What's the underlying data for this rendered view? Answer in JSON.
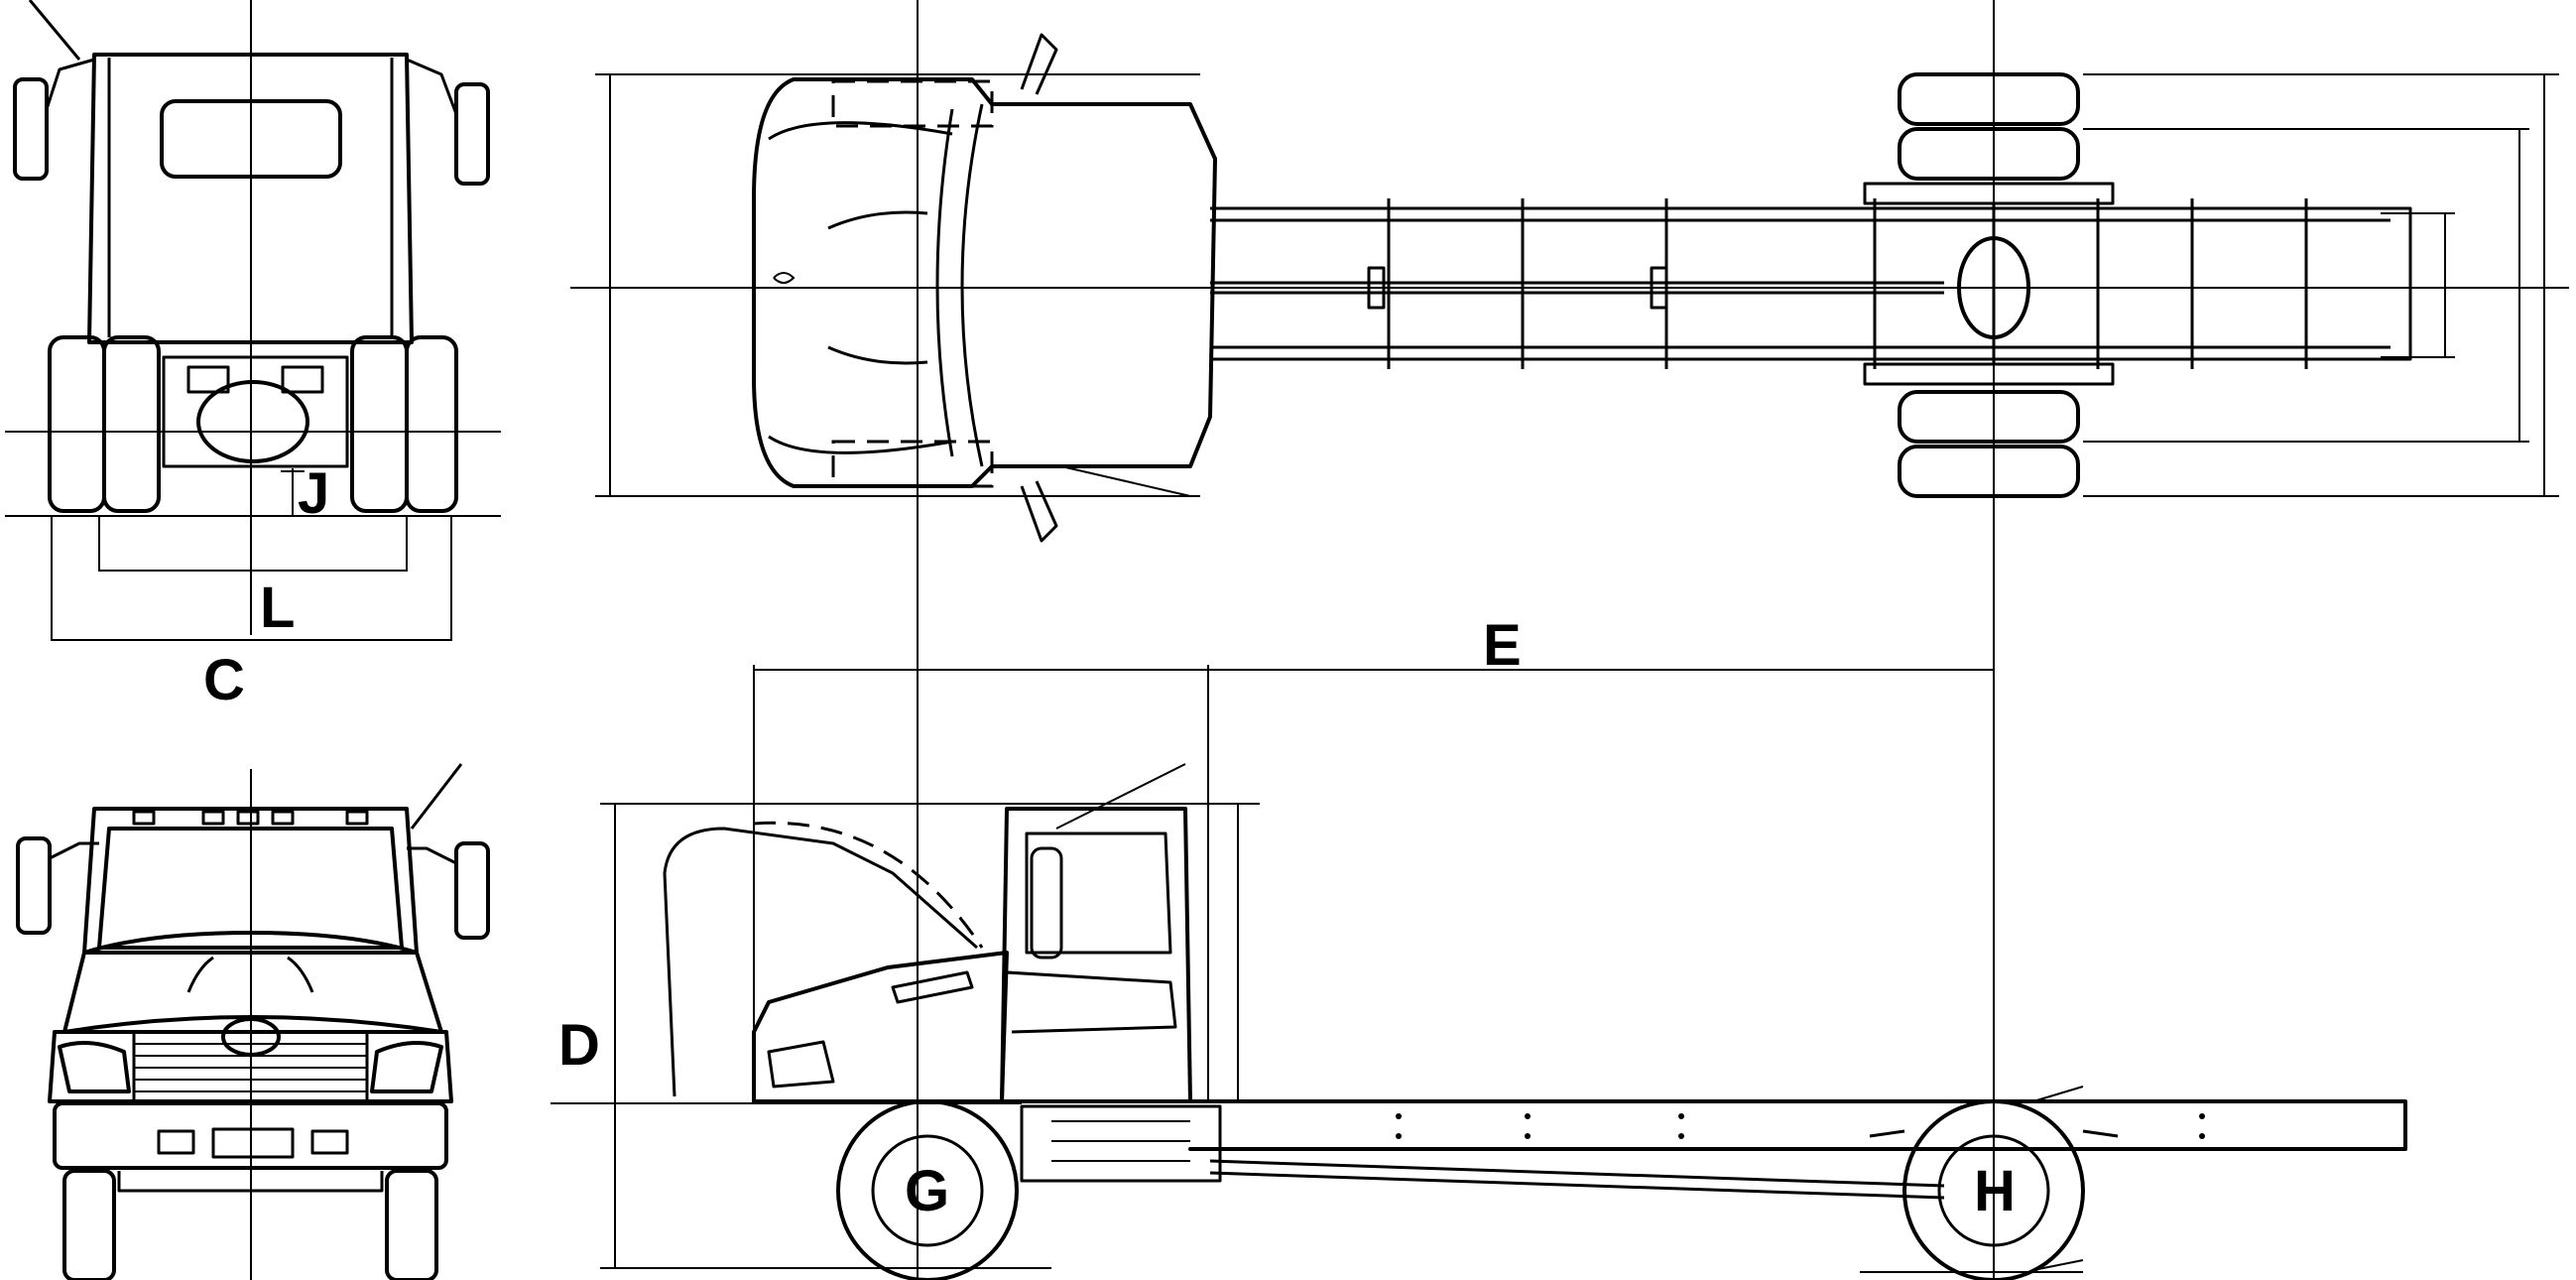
{
  "labels": {
    "j": "J",
    "l": "L",
    "c": "C",
    "e": "E",
    "d": "D",
    "g": "G",
    "h": "H"
  }
}
